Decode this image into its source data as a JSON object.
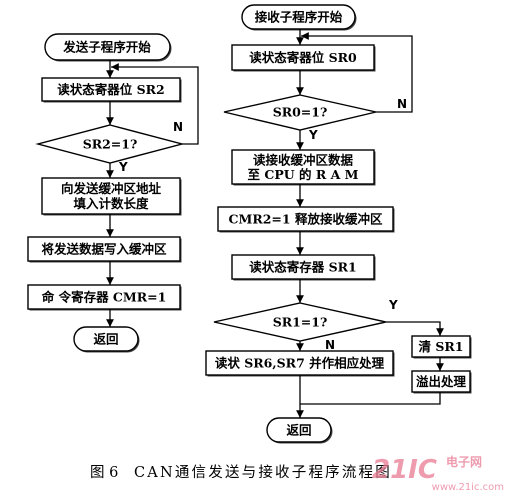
{
  "send_flow": {
    "start": "发送子程序开始",
    "read_status": "读状态寄器位 SR2",
    "decision": "SR2=1?",
    "no_label": "N",
    "yes_label": "Y",
    "fill_buffer": [
      "向发送缓冲区地址",
      "填入计数长度"
    ],
    "write_buffer": "将发送数据写入缓冲区",
    "command": "命 令寄存器 CMR=1",
    "end": "返回"
  },
  "receive_flow": {
    "start": "接收子程序开始",
    "read_status": "读状态寄器位 SR0",
    "decision": "SR0=1?",
    "no_label": "N",
    "yes_label": "Y",
    "read_buffer": [
      "读接收缓冲区数据",
      "至 CPU 的 R A M"
    ],
    "release": "CMR2=1 释放接收缓冲区",
    "read_sr1": "读状态寄存器 SR1",
    "decision_sr1": "SR1=1?",
    "yes_label_sr1": "Y",
    "no_label_sr1": "N",
    "process": "读状 SR6,SR7 并作相应处理",
    "clear_sr1": "清 SR1",
    "overflow": "溢出处理",
    "end": "返回"
  },
  "caption": {
    "figure_no": "图 6",
    "title": "CAN通信发送与接收子程序流程图"
  },
  "watermark": {
    "logo": "21IC",
    "name": "电子网",
    "url": "www.21ic.com"
  },
  "colors": {
    "ink": "#000000",
    "background": "#ffffff",
    "watermark": "#e97a93"
  }
}
